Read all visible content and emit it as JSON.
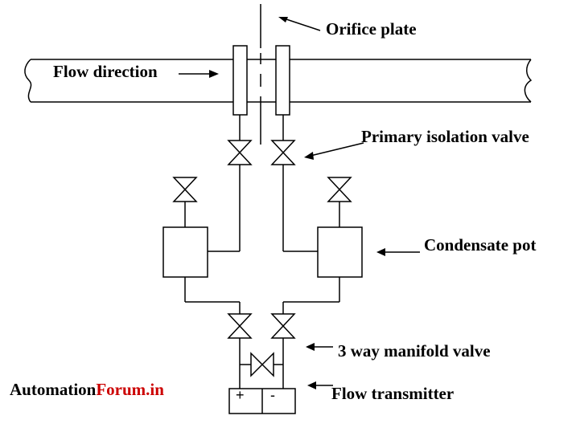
{
  "labels": {
    "orifice_plate": "Orifice plate",
    "flow_direction": "Flow direction",
    "primary_isolation_valve": "Primary isolation valve",
    "condensate_pot": "Condensate pot",
    "manifold_valve": "3 way manifold valve",
    "flow_transmitter": "Flow transmitter"
  },
  "transmitter": {
    "high_side": "+",
    "low_side": "-"
  },
  "brand": {
    "part1": "Automation",
    "part2": "Forum.in",
    "part1_color": "#000000",
    "part2_color": "#cc0000"
  }
}
